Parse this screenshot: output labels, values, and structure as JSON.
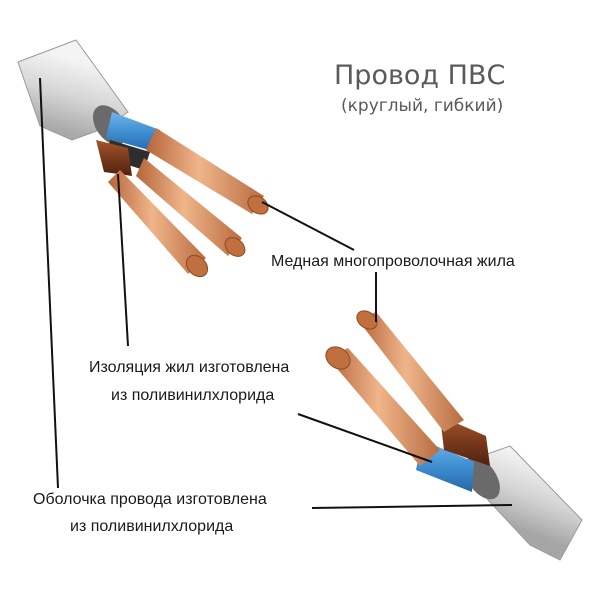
{
  "title": "Провод ПВС",
  "subtitle": "(круглый, гибкий)",
  "labels": {
    "core": "Медная многопроволочная жила",
    "insulation_line1": "Изоляция жил изготовлена",
    "insulation_line2": "из поливинилхлорида",
    "sheath_line1": "Оболочка провода изготовлена",
    "sheath_line2": "из поливинилхлорида"
  },
  "colors": {
    "sheath": "#d9d9d9",
    "insulation_blue": "#3f8fd2",
    "insulation_brown": "#7a3a1c",
    "insulation_dark": "#2e2e2e",
    "copper": "#d98c5a",
    "leader_line": "#111111"
  }
}
